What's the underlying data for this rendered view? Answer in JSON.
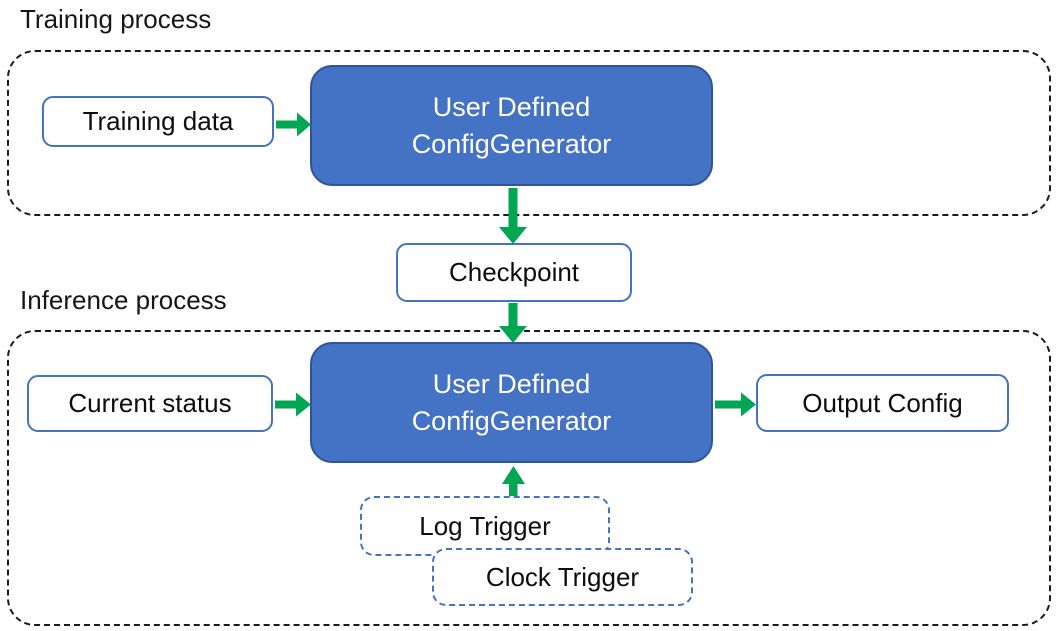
{
  "colors": {
    "blue_fill": "#4472C4",
    "blue_border_dark": "#2F5597",
    "blue_border_light": "#4472C4",
    "arrow_green": "#00A651",
    "dash_border": "#1b1b1b"
  },
  "training": {
    "label": "Training process",
    "input_box": "Training data",
    "generator_line1": "User Defined",
    "generator_line2": "ConfigGenerator"
  },
  "checkpoint": {
    "label": "Checkpoint"
  },
  "inference": {
    "label": "Inference process",
    "input_box": "Current status",
    "generator_line1": "User Defined",
    "generator_line2": "ConfigGenerator",
    "output_box": "Output Config",
    "triggers": [
      "Log Trigger",
      "Clock Trigger"
    ]
  }
}
